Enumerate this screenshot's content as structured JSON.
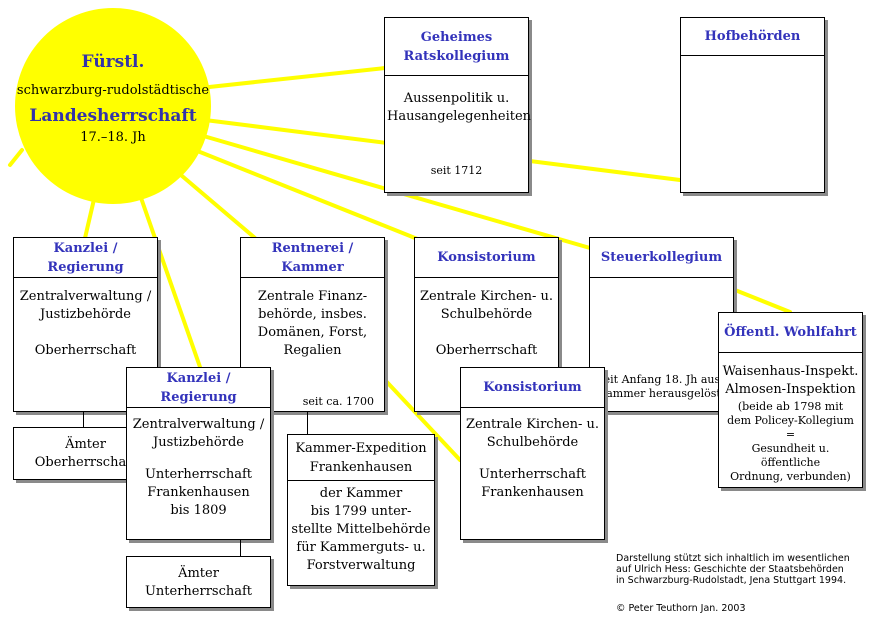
{
  "sun": {
    "line1": "Fürstl.",
    "line2": "schwarzburg-rudolstädtische",
    "line3": "Landesherrschaft",
    "line4": "17.–18. Jh"
  },
  "geheimes": {
    "title1": "Geheimes",
    "title2": "Ratskollegium",
    "body1": "Aussenpolitik u.",
    "body2": "Hausangelegenheiten",
    "note": "seit 1712"
  },
  "hof": {
    "title": "Hofbehörden"
  },
  "kanzlei_ober": {
    "title": "Kanzlei / Regierung",
    "body1": "Zentralverwaltung /",
    "body2": "Justizbehörde",
    "body3": "Oberherrschaft"
  },
  "aemter_ober": {
    "line1": "Ämter",
    "line2": "Oberherrschaft"
  },
  "rentnerei": {
    "title": "Rentnerei / Kammer",
    "body1": "Zentrale Finanz-",
    "body2": "behörde, insbes.",
    "body3": "Domänen, Forst,",
    "body4": "Regalien",
    "note": "seit ca. 1700"
  },
  "kanzlei_unter": {
    "title": "Kanzlei / Regierung",
    "body1": "Zentralverwaltung /",
    "body2": "Justizbehörde",
    "body3": "Unterherrschaft",
    "body4": "Frankenhausen",
    "body5": "bis 1809"
  },
  "aemter_unter": {
    "line1": "Ämter",
    "line2": "Unterherrschaft"
  },
  "kammer_exp": {
    "title1": "Kammer-Expedition",
    "title2": "Frankenhausen",
    "body1": "der Kammer",
    "body2": "bis 1799 unter-",
    "body3": "stellte Mittelbehörde",
    "body4": "für Kammerguts- u.",
    "body5": "Forstverwaltung"
  },
  "konsist_ober": {
    "title": "Konsistorium",
    "body1": "Zentrale Kirchen- u.",
    "body2": "Schulbehörde",
    "body3": "Oberherrschaft"
  },
  "konsist_unter": {
    "title": "Konsistorium",
    "body1": "Zentrale Kirchen- u.",
    "body2": "Schulbehörde",
    "body3": "Unterherrschaft",
    "body4": "Frankenhausen"
  },
  "steuer": {
    "title": "Steuerkollegium",
    "note1": "seit Anfang 18. Jh aus der",
    "note2": "Kammer herausgelöst"
  },
  "wohlfahrt": {
    "title": "Öffentl. Wohlfahrt",
    "body1": "Waisenhaus-Inspekt.",
    "body2": "Almosen-Inspektion",
    "small1": "(beide ab 1798 mit",
    "small2": "dem Policey-Kollegium =",
    "small3": "Gesundheit u. öffentliche",
    "small4": "Ordnung, verbunden)"
  },
  "credit": {
    "line1": "Darstellung stützt sich inhaltlich im wesentlichen",
    "line2": "auf Ulrich Hess: Geschichte der Staatsbehörden",
    "line3": "in Schwarzburg-Rudolstadt, Jena Stuttgart 1994.",
    "copyright": "© Peter Teuthorn  Jan. 2003"
  },
  "colors": {
    "sun": "#ffff00",
    "heading": "#3333bb",
    "shadow": "#8a8a8a"
  }
}
